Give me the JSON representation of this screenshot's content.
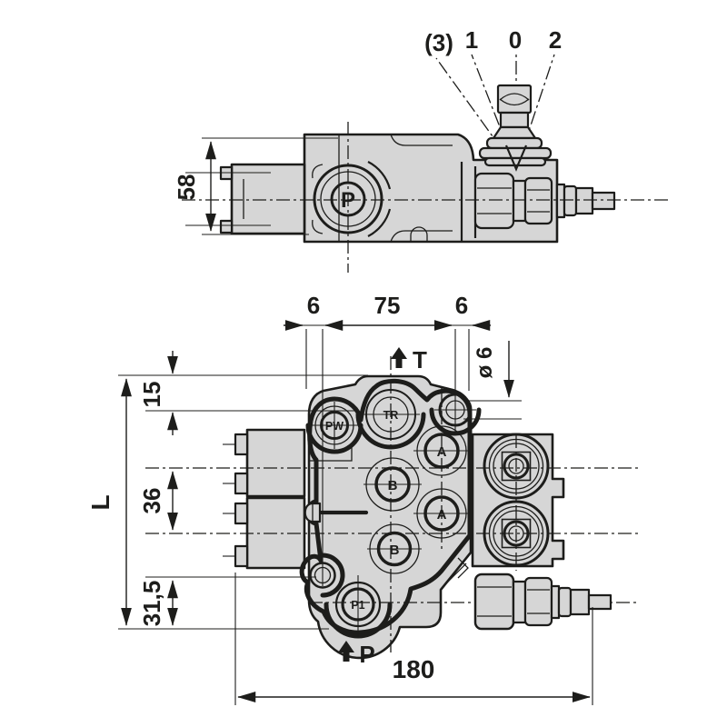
{
  "colors": {
    "background": "#ffffff",
    "line": "#1d1d1b",
    "body_fill": "#d6d6d6"
  },
  "side_view": {
    "height_dim": "58",
    "port_label": "P",
    "lever_positions": {
      "pos3": "(3)",
      "pos1": "1",
      "pos0": "0",
      "pos2": "2"
    }
  },
  "front_view": {
    "width_dim_left": "6",
    "width_dim_center": "75",
    "width_dim_right": "6",
    "hole_dia_dim": "ø 6",
    "height_dim_top": "15",
    "height_dim_middle": "36",
    "height_dim_bottom": "31,5",
    "height_dim_overall": "L",
    "width_dim_overall": "180",
    "tank_label": "T",
    "pressure_label": "P",
    "ports": {
      "pw": "PW",
      "tr": "TR",
      "a_upper": "A",
      "b_upper": "B",
      "a_lower": "A",
      "b_lower": "B",
      "p1": "P1"
    }
  }
}
